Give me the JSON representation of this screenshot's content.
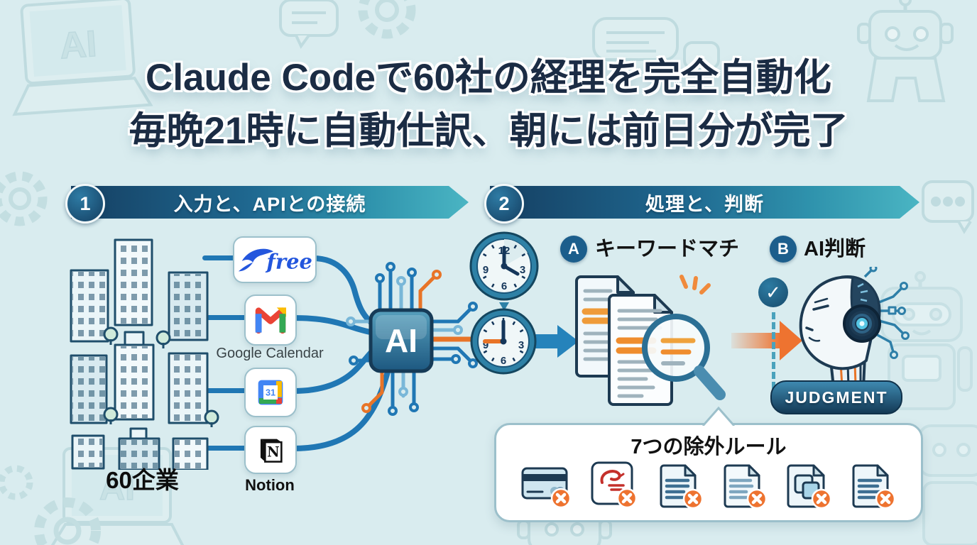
{
  "title": {
    "line1": "Claude Codeで60社の経理を完全自動化",
    "line2": "毎晩21時に自動仕訳、朝には前日分が完了"
  },
  "steps": [
    {
      "number": "1",
      "label": "入力と、APIとの接続"
    },
    {
      "number": "2",
      "label": "処理と、判断"
    }
  ],
  "input": {
    "companies_label": "60企業",
    "apps": {
      "freee": {
        "wordmark": "freee"
      },
      "gmail": {
        "label": "Google Calendar"
      },
      "calendar": {
        "day": "31"
      },
      "notion": {
        "initial": "N",
        "label": "Notion"
      }
    }
  },
  "chip": {
    "label": "AI"
  },
  "clocks": {
    "face_numbers": [
      "12",
      "3",
      "6",
      "9"
    ]
  },
  "branches": {
    "a": {
      "badge": "A",
      "label": "キーワードマチ"
    },
    "b": {
      "badge": "B",
      "label": "AI判断"
    }
  },
  "judgment": {
    "label": "JUDGMENT",
    "check": "✓"
  },
  "rules": {
    "title": "7つの除外ルール",
    "items": [
      "credit-card",
      "brand-receipt",
      "document",
      "document",
      "document-stack",
      "document"
    ]
  },
  "background": {
    "laptop_text": "AI"
  },
  "colors": {
    "background": "#d9ecef",
    "banner_start": "#153f62",
    "banner_end": "#4ab5c3",
    "line_blue": "#2077b4",
    "accent_orange": "#e87427",
    "badge_blue": "#1c5e8c",
    "title_navy": "#1b2c44",
    "rule_x_orange": "#ee7330"
  }
}
